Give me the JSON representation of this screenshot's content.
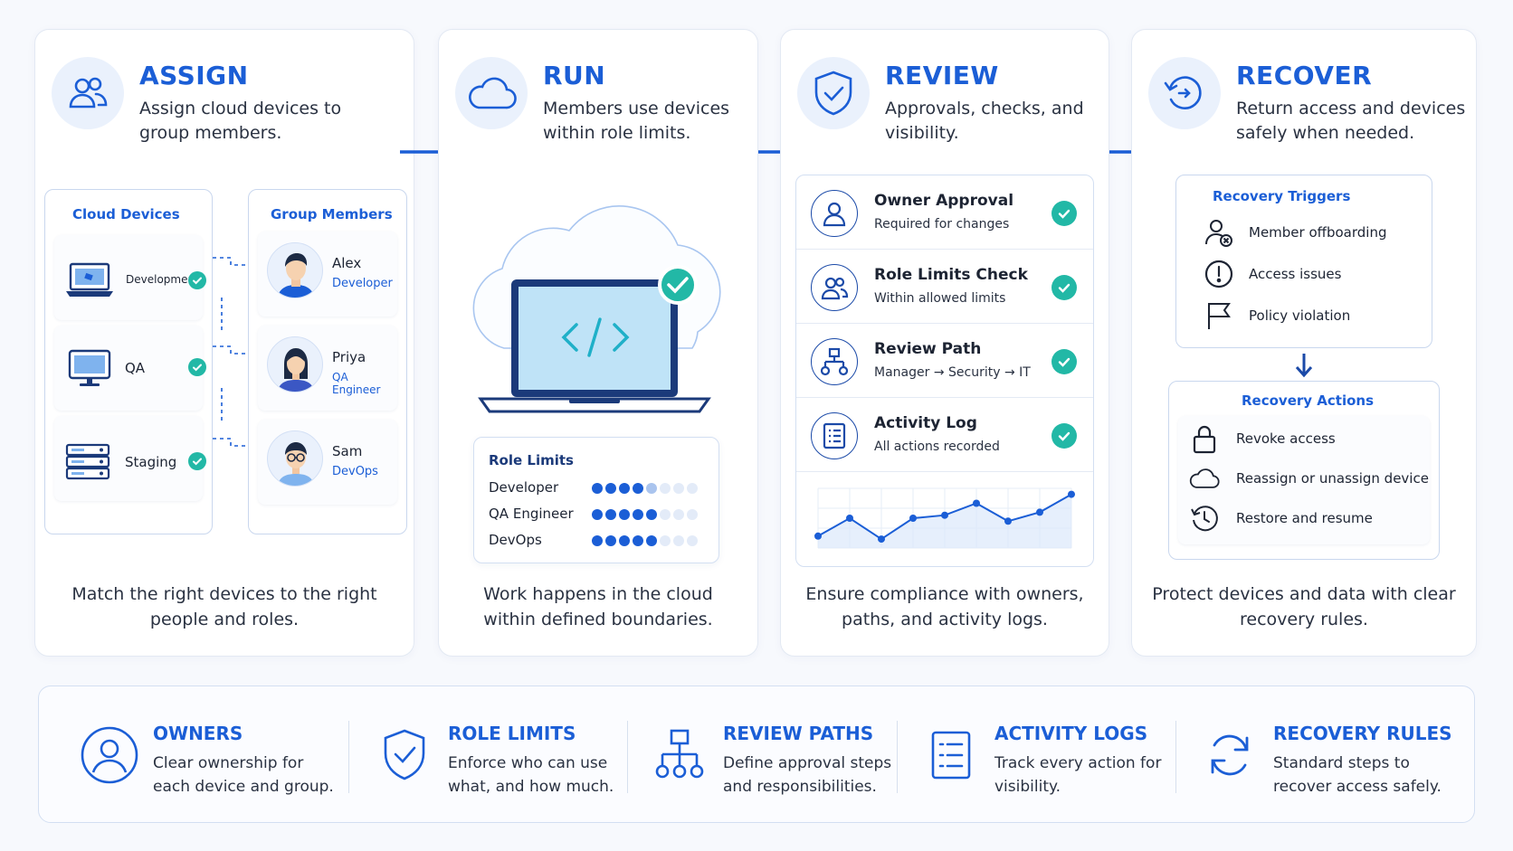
{
  "stages": [
    {
      "title": "ASSIGN",
      "desc": "Assign cloud devices to group members.",
      "caption": "Match the right devices to the right  people and roles."
    },
    {
      "title": "RUN",
      "desc": "Members use devices within role limits.",
      "caption": "Work happens in the cloud within defined boundaries."
    },
    {
      "title": "REVIEW",
      "desc": "Approvals, checks, and visibility.",
      "caption": "Ensure compliance with owners, paths, and activity logs."
    },
    {
      "title": "RECOVER",
      "desc": "Return access and devices safely when needed.",
      "caption": "Protect devices and data with clear recovery rules."
    }
  ],
  "assign": {
    "devices_title": "Cloud Devices",
    "members_title": "Group Members",
    "devices": [
      {
        "label": "Development",
        "icon": "laptop-icon"
      },
      {
        "label": "QA",
        "icon": "monitor-icon"
      },
      {
        "label": "Staging",
        "icon": "server-icon"
      }
    ],
    "members": [
      {
        "name": "Alex",
        "role": "Developer"
      },
      {
        "name": "Priya",
        "role": "QA Engineer"
      },
      {
        "name": "Sam",
        "role": "DevOps"
      }
    ]
  },
  "run": {
    "role_limits_title": "Role Limits",
    "role_limits": [
      {
        "role": "Developer",
        "filled": 4,
        "light": 1,
        "total": 8
      },
      {
        "role": "QA Engineer",
        "filled": 5,
        "light": 0,
        "total": 8
      },
      {
        "role": "DevOps",
        "filled": 5,
        "light": 0,
        "total": 8
      }
    ]
  },
  "review": {
    "checks": [
      {
        "title": "Owner Approval",
        "sub": "Required for changes",
        "icon": "user-icon"
      },
      {
        "title": "Role Limits Check",
        "sub": "Within allowed limits",
        "icon": "users-icon"
      },
      {
        "title": "Review Path",
        "sub": "Manager → Security → IT",
        "icon": "hierarchy-icon"
      },
      {
        "title": "Activity Log",
        "sub": "All actions recorded",
        "icon": "list-icon"
      }
    ],
    "activity_chart": [
      2,
      5,
      1.5,
      5,
      5.5,
      7.5,
      4.5,
      6,
      9
    ]
  },
  "recover": {
    "triggers_title": "Recovery Triggers",
    "triggers": [
      {
        "label": "Member offboarding",
        "icon": "user-remove-icon"
      },
      {
        "label": "Access issues",
        "icon": "alert-icon"
      },
      {
        "label": "Policy violation",
        "icon": "flag-icon"
      }
    ],
    "actions_title": "Recovery Actions",
    "actions": [
      {
        "label": "Revoke access",
        "icon": "lock-icon"
      },
      {
        "label": "Reassign or unassign device",
        "icon": "cloud-icon"
      },
      {
        "label": "Restore and resume",
        "icon": "clock-icon"
      }
    ]
  },
  "principles": [
    {
      "title": "OWNERS",
      "desc": "Clear ownership for each device and group.",
      "icon": "owner-icon"
    },
    {
      "title": "ROLE LIMITS",
      "desc": "Enforce who can use what, and how much.",
      "icon": "shield-icon"
    },
    {
      "title": "REVIEW PATHS",
      "desc": "Define approval steps and responsibilities.",
      "icon": "hierarchy-icon"
    },
    {
      "title": "ACTIVITY LOGS",
      "desc": "Track every action for visibility.",
      "icon": "list-icon"
    },
    {
      "title": "RECOVERY RULES",
      "desc": "Standard steps to recover access safely.",
      "icon": "refresh-icon"
    }
  ],
  "colors": {
    "accent": "#1b5ed6",
    "check": "#22b8a6",
    "text": "#1d2433"
  }
}
